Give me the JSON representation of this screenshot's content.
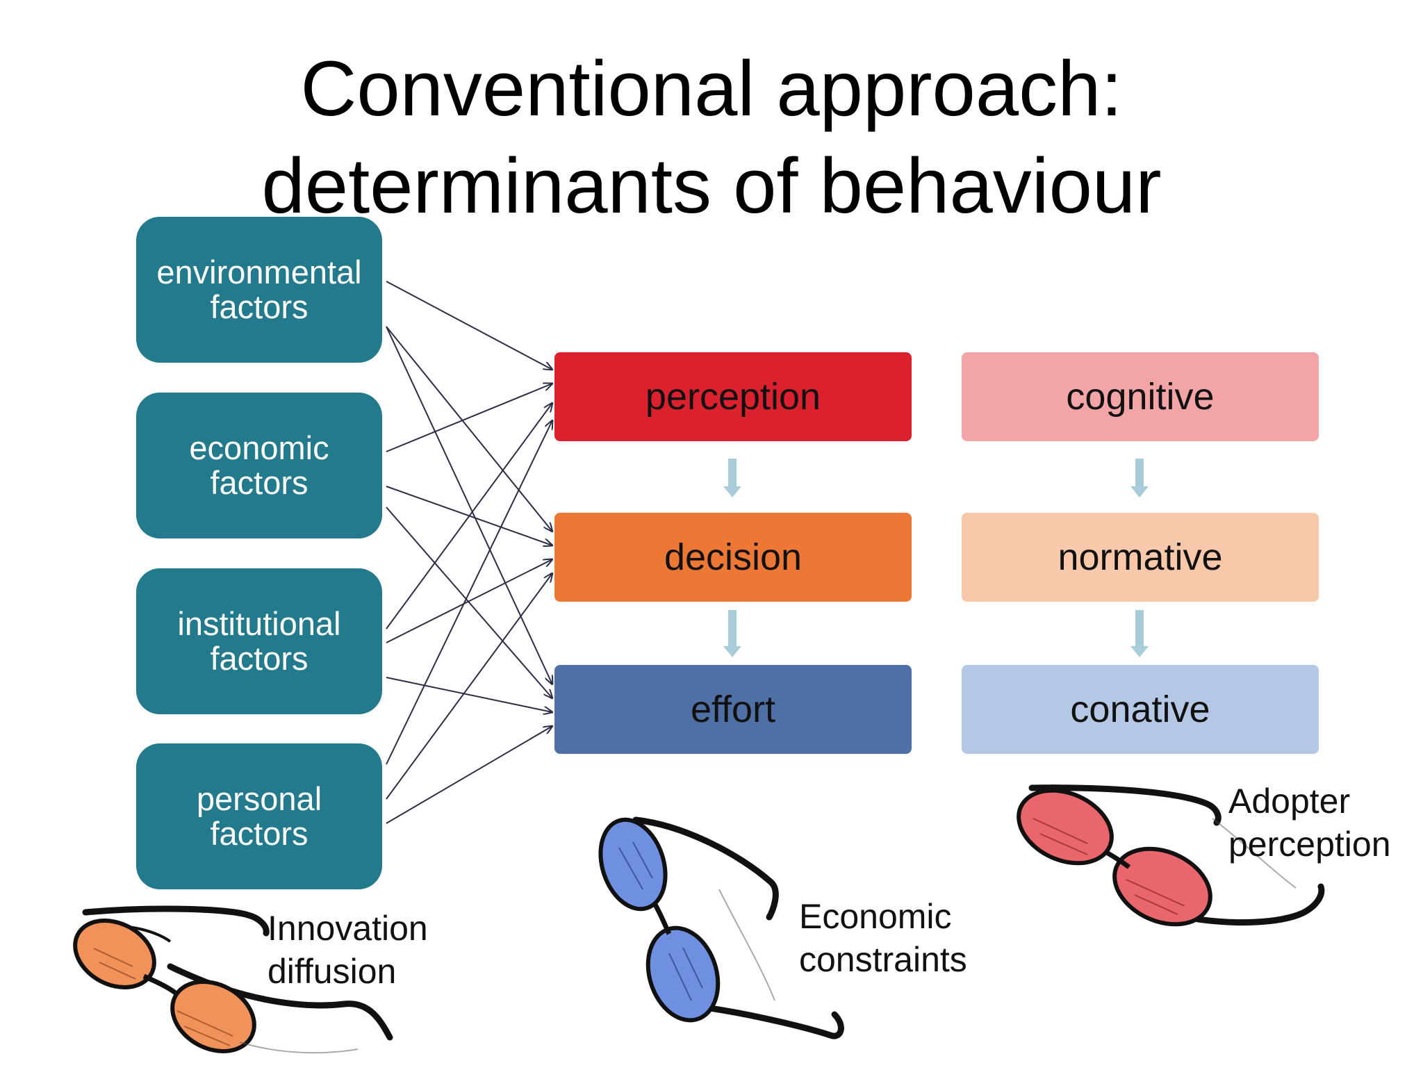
{
  "title": {
    "line1": "Conventional approach:",
    "line2": "determinants of behaviour"
  },
  "factors": [
    {
      "line1": "environmental",
      "line2": "factors"
    },
    {
      "line1": "economic",
      "line2": "factors"
    },
    {
      "line1": "institutional",
      "line2": "factors"
    },
    {
      "line1": "personal",
      "line2": "factors"
    }
  ],
  "stages": [
    {
      "label": "perception",
      "color": "#dc212e"
    },
    {
      "label": "decision",
      "color": "#ed7735"
    },
    {
      "label": "effort",
      "color": "#4e70a6"
    }
  ],
  "dimensions": [
    {
      "label": "cognitive",
      "color": "#f2a4a7"
    },
    {
      "label": "normative",
      "color": "#f7c8aa"
    },
    {
      "label": "conative",
      "color": "#b4c7e5"
    }
  ],
  "lenses": [
    {
      "line1": "Innovation",
      "line2": "diffusion",
      "icon": "glasses-icon",
      "tint": "#f0925a"
    },
    {
      "line1": "Economic",
      "line2": "constraints",
      "icon": "glasses-icon",
      "tint": "#6f8fe0"
    },
    {
      "line1": "Adopter",
      "line2": "perception",
      "icon": "glasses-icon",
      "tint": "#e9666c"
    }
  ],
  "colors": {
    "factor_box": "#237a8c",
    "connector": "#2b2d45",
    "down_arrow": "#a9cdd8"
  }
}
